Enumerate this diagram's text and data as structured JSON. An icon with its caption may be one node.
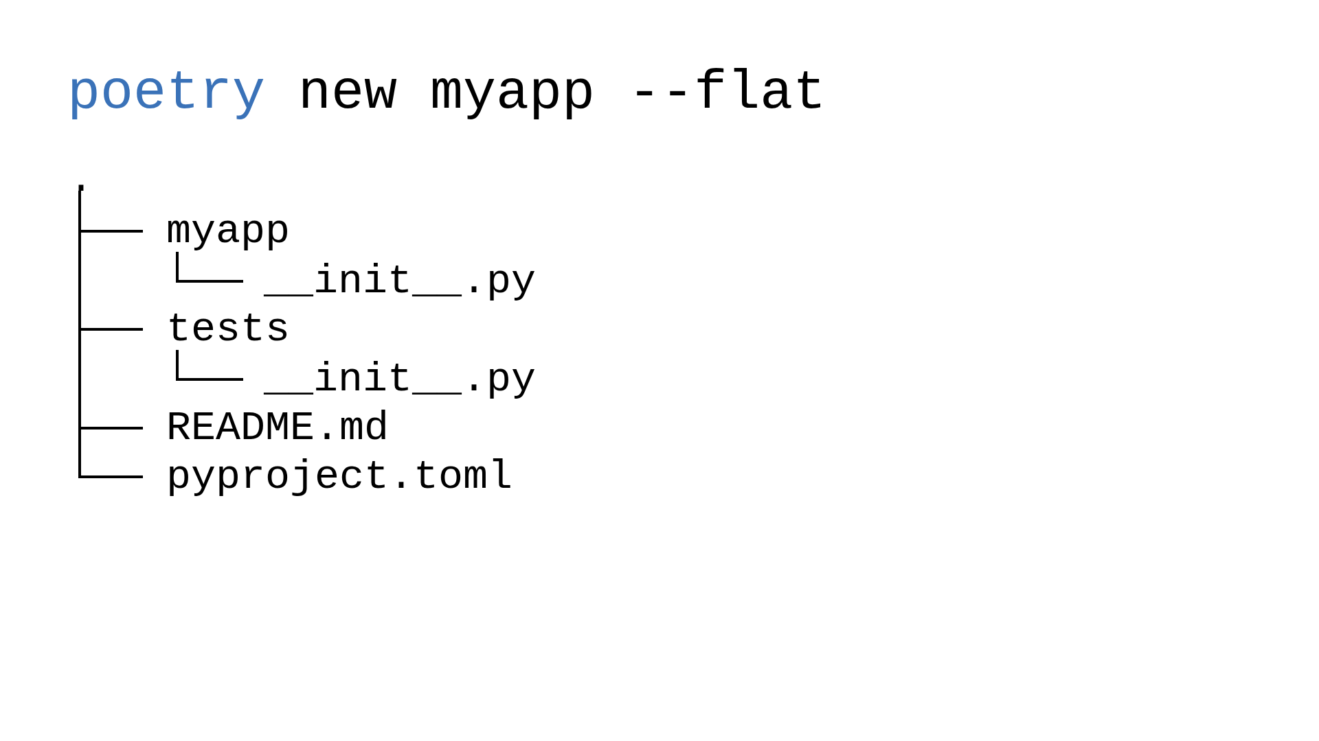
{
  "diagram": {
    "title": "poetry new myapp --flat",
    "nodes": [
      {
        "text": [
          "."
        ]
      },
      {
        "text": [
          "myapp"
        ]
      },
      {
        "text": [
          "__init__.py"
        ]
      },
      {
        "text": [
          "tests"
        ]
      },
      {
        "text": [
          "__init__.py"
        ]
      },
      {
        "text": [
          "README.md"
        ]
      },
      {
        "text": [
          "pyproject.toml"
        ]
      }
    ],
    "edges": [
      {
        "from": 0,
        "to": 1,
        "arrow": "none"
      },
      {
        "from": 1,
        "to": 2,
        "arrow": "none"
      },
      {
        "from": 0,
        "to": 3,
        "arrow": "none"
      },
      {
        "from": 3,
        "to": 4,
        "arrow": "none"
      },
      {
        "from": 0,
        "to": 5,
        "arrow": "none"
      },
      {
        "from": 0,
        "to": 6,
        "arrow": "none"
      }
    ]
  }
}
